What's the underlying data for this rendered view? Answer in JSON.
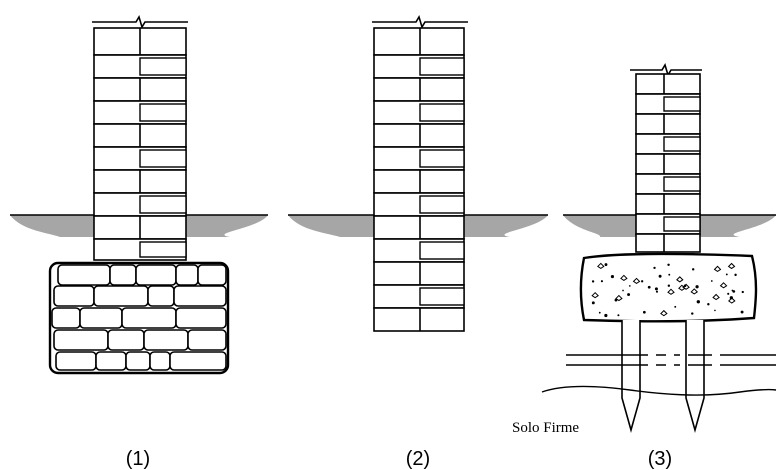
{
  "figure": {
    "panels": [
      {
        "caption": "(1)",
        "foundation": "masonry-footing"
      },
      {
        "caption": "(2)",
        "foundation": "none"
      },
      {
        "caption": "(3)",
        "foundation": "concrete-cap-with-piles"
      }
    ],
    "firm_soil_label": "Solo Firme"
  },
  "colors": {
    "stroke": "#000000",
    "ground": "#a6a6a6",
    "background": "#ffffff"
  }
}
